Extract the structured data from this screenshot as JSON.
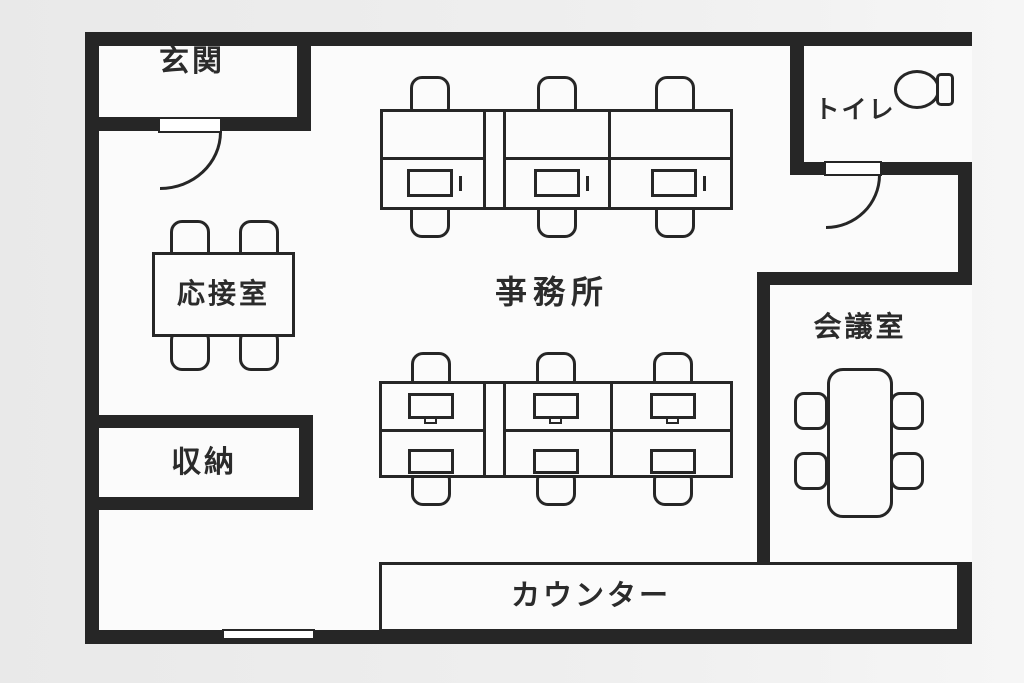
{
  "palette": {
    "background": "#ececec",
    "floor": "#fbfbfb",
    "wall": "#262626",
    "text": "#2b2b2b"
  },
  "labels": {
    "entrance": "玄関",
    "toilet": "トイレ",
    "reception": "応接室",
    "office": "亊務所",
    "meeting": "会議室",
    "storage": "収納",
    "counter": "カウンター"
  },
  "icons": {
    "toilet_fixture": "toilet-icon",
    "entrance_door": "door-swing-icon",
    "toilet_door": "door-swing-icon",
    "window": "window-opening-icon"
  }
}
